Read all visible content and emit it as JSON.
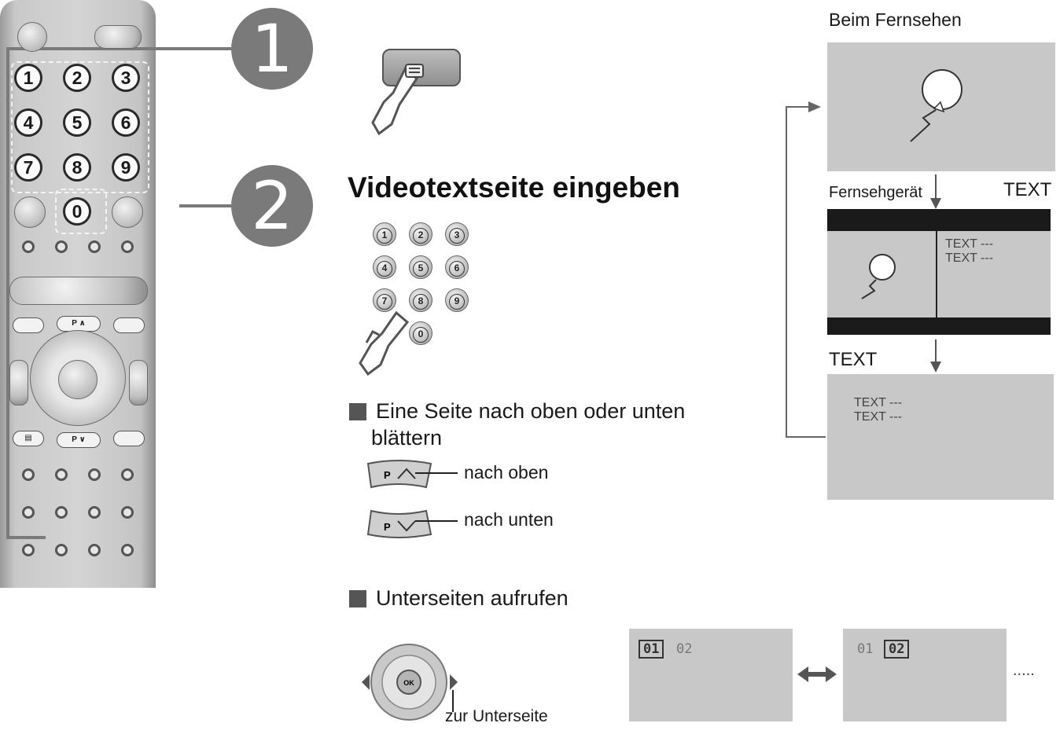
{
  "steps": {
    "step1": "1",
    "step2": "2"
  },
  "remote": {
    "digits": [
      "1",
      "2",
      "3",
      "4",
      "5",
      "6",
      "7",
      "8",
      "9",
      "0"
    ],
    "p_up_label": "P ∧",
    "p_down_label": "P ∨",
    "text_button_icon": "text-menu-icon"
  },
  "main": {
    "heading": "Videotextseite eingeben",
    "keypad_digits": [
      "1",
      "2",
      "3",
      "4",
      "5",
      "6",
      "7",
      "8",
      "9",
      "0"
    ],
    "scroll_section_line1": "Eine Seite nach oben oder unten",
    "scroll_section_line2": "blättern",
    "p_key_label": "P",
    "up_label": "nach oben",
    "down_label": "nach unten",
    "subpage_section": "Unterseiten aufrufen",
    "ok_label": "OK",
    "subpage_caption": "zur Unterseite",
    "subpage_box1": {
      "selected": "01",
      "other": "02"
    },
    "subpage_box2": {
      "other": "01",
      "selected": "02"
    },
    "ellipsis": "....."
  },
  "flow": {
    "title": "Beim Fernsehen",
    "tv_label": "Fernsehgerät",
    "text_label_right": "TEXT",
    "text_label_bottom": "TEXT",
    "split_text_line1": "TEXT ---",
    "split_text_line2": "TEXT ---",
    "full_text_line1": "TEXT ---",
    "full_text_line2": "TEXT ---"
  },
  "colors": {
    "step_circle": "#7a7a7a",
    "screen_gray": "#c8c8c8",
    "bar_black": "#1a1a1a"
  }
}
